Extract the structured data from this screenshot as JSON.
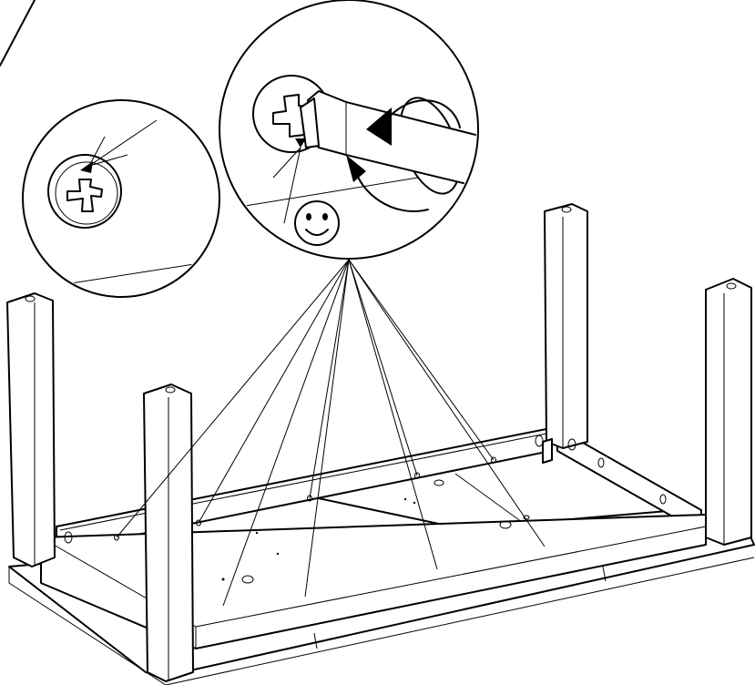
{
  "diagram": {
    "subject": "table-underside-assembly",
    "callouts": [
      {
        "name": "detail-screw-flush"
      },
      {
        "name": "detail-screw-tighten"
      }
    ],
    "indicator": {
      "name": "smiley-face-icon",
      "meaning": "correct"
    },
    "rotation": {
      "name": "clockwise-arrow-icon",
      "direction": "clockwise"
    },
    "colors": {
      "line": "#000000",
      "fill": "#ffffff"
    },
    "leader_count": 8
  }
}
